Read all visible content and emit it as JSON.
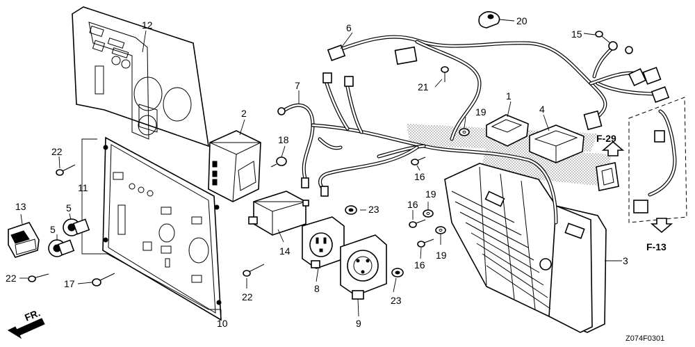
{
  "diagram": {
    "part_numbers": {
      "p1": "1",
      "p2": "2",
      "p3": "3",
      "p4": "4",
      "p5a": "5",
      "p5b": "5",
      "p6": "6",
      "p7": "7",
      "p8": "8",
      "p9": "9",
      "p10": "10",
      "p11": "11",
      "p12": "12",
      "p13": "13",
      "p14": "14",
      "p15": "15",
      "p16a": "16",
      "p16b": "16",
      "p16c": "16",
      "p17": "17",
      "p18": "18",
      "p19a": "19",
      "p19b": "19",
      "p19c": "19",
      "p20": "20",
      "p21": "21",
      "p22a": "22",
      "p22b": "22",
      "p22c": "22",
      "p23a": "23",
      "p23b": "23"
    },
    "references": {
      "ref_f29": "F-29",
      "ref_f13": "F-13",
      "front": "FR."
    },
    "drawing_code": "Z074F0301"
  },
  "colors": {
    "line": "#000000",
    "background": "#ffffff",
    "shade": "#bdbdbd"
  }
}
